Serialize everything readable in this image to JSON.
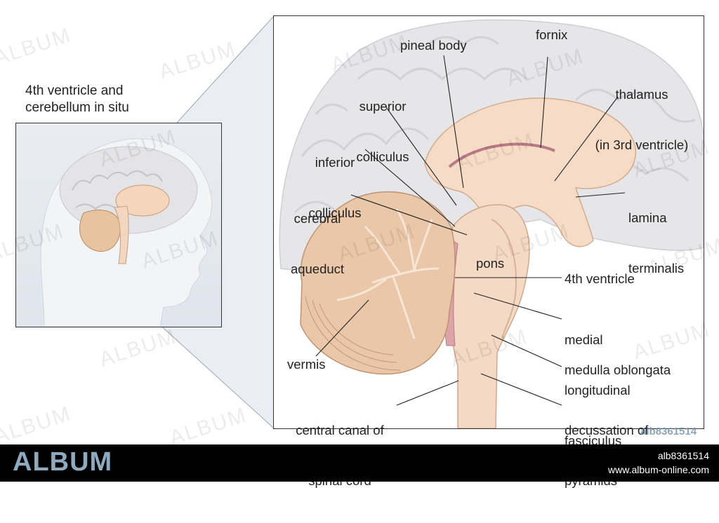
{
  "inset": {
    "title_line1": "4th ventricle and",
    "title_line2": "cerebellum in situ"
  },
  "labels": {
    "pineal_body": "pineal body",
    "fornix": "fornix",
    "thalamus_1": "thalamus",
    "thalamus_2": "(in 3rd ventricle)",
    "superior_colliculus_1": "superior",
    "superior_colliculus_2": "colliculus",
    "inferior_colliculus_1": "inferior",
    "inferior_colliculus_2": "colliculus",
    "cerebral_aqueduct_1": "cerebral",
    "cerebral_aqueduct_2": "aqueduct",
    "lamina_terminalis_1": "lamina",
    "lamina_terminalis_2": "terminalis",
    "pons": "pons",
    "fourth_ventricle": "4th ventricle",
    "mlf_1": "medial",
    "mlf_2": "longitudinal",
    "mlf_3": "fasciculus",
    "vermis": "vermis",
    "medulla_oblongata": "medulla oblongata",
    "central_canal_1": "central canal of",
    "central_canal_2": "spinal cord",
    "decussation_1": "decussation of",
    "decussation_2": "pyramids"
  },
  "watermark": {
    "text": "ALBUM",
    "stamp": "alb8361514"
  },
  "footer": {
    "logo": "ALBUM",
    "id": "alb8361514",
    "url": "www.album-online.com"
  },
  "colors": {
    "brain_gray": "#e6e6e8",
    "tissue": "#f4d9c4",
    "cerebellum": "#e9c7a8",
    "ventricle_line": "#b97a86",
    "logo_blue": "#8faabf"
  }
}
